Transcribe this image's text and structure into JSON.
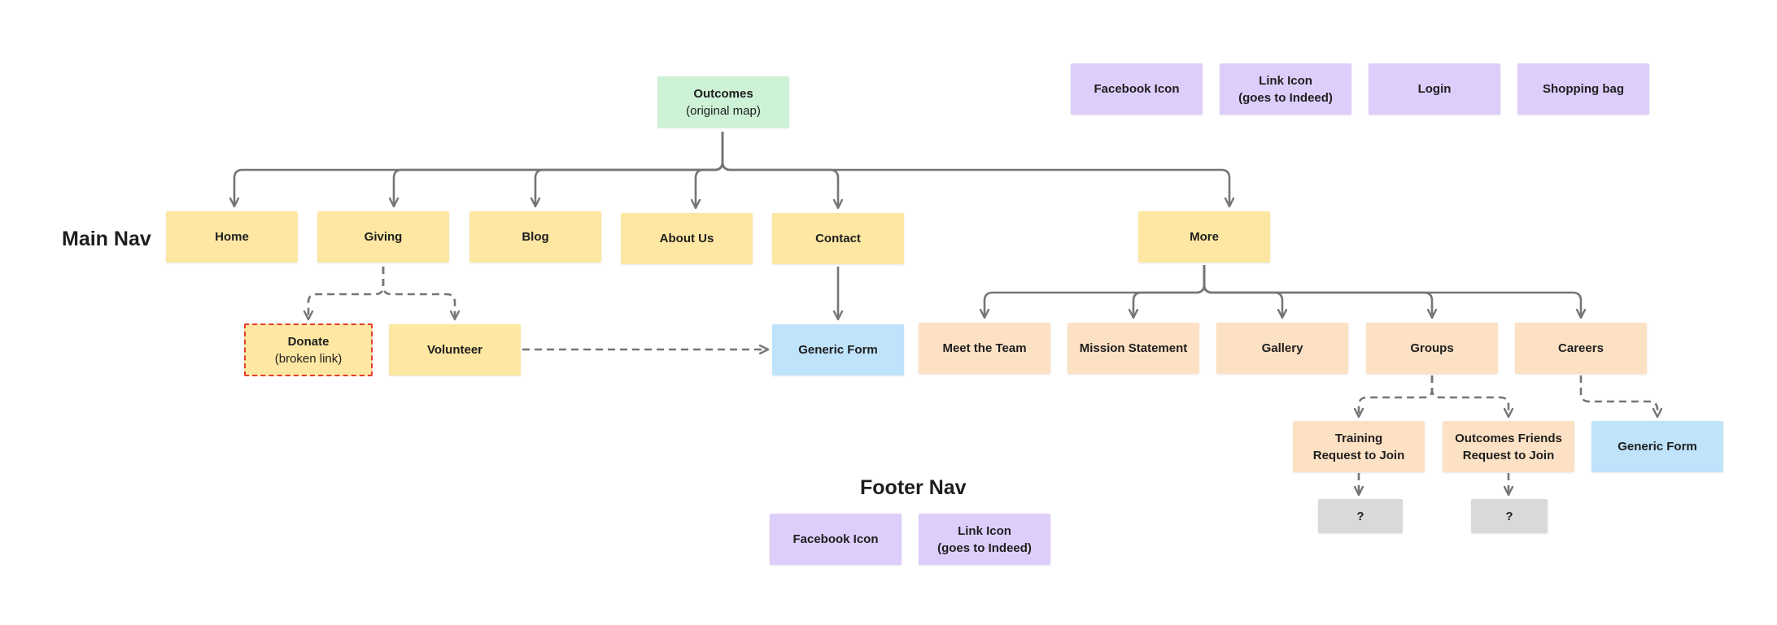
{
  "section_labels": {
    "main_nav": "Main Nav",
    "footer_nav": "Footer Nav"
  },
  "nodes": {
    "outcomes": {
      "line1": "Outcomes",
      "line2": "(original map)"
    },
    "home": {
      "line1": "Home"
    },
    "giving": {
      "line1": "Giving"
    },
    "blog": {
      "line1": "Blog"
    },
    "about_us": {
      "line1": "About Us"
    },
    "contact": {
      "line1": "Contact"
    },
    "more": {
      "line1": "More"
    },
    "donate": {
      "line1": "Donate",
      "line2": "(broken link)"
    },
    "volunteer": {
      "line1": "Volunteer"
    },
    "generic_form_contact": {
      "line1": "Generic Form"
    },
    "meet_the_team": {
      "line1": "Meet the Team"
    },
    "mission_statement": {
      "line1": "Mission Statement"
    },
    "gallery": {
      "line1": "Gallery"
    },
    "groups": {
      "line1": "Groups"
    },
    "careers": {
      "line1": "Careers"
    },
    "training_request": {
      "line1": "Training",
      "line2": "Request to Join"
    },
    "outcomes_friends_request": {
      "line1": "Outcomes Friends",
      "line2": "Request to Join"
    },
    "generic_form_careers": {
      "line1": "Generic Form"
    },
    "unknown_training": {
      "line1": "?"
    },
    "unknown_friends": {
      "line1": "?"
    },
    "header_facebook_icon": {
      "line1": "Facebook Icon"
    },
    "header_link_icon": {
      "line1": "Link Icon",
      "line2": "(goes to Indeed)"
    },
    "header_login": {
      "line1": "Login"
    },
    "header_shopping_bag": {
      "line1": "Shopping bag"
    },
    "footer_facebook_icon": {
      "line1": "Facebook Icon"
    },
    "footer_link_icon": {
      "line1": "Link Icon",
      "line2": "(goes to Indeed)"
    }
  },
  "colors": {
    "root": "#cdf2d6",
    "main_nav": "#fde7a2",
    "sub_page": "#fde1c4",
    "form": "#bfe3fb",
    "utility": "#ddcdfb",
    "unknown": "#d9d9d9",
    "broken_border": "#e63a2b",
    "connector": "#757575"
  },
  "edges": [
    {
      "from": "outcomes",
      "to": "home",
      "style": "solid"
    },
    {
      "from": "outcomes",
      "to": "giving",
      "style": "solid"
    },
    {
      "from": "outcomes",
      "to": "blog",
      "style": "solid"
    },
    {
      "from": "outcomes",
      "to": "about_us",
      "style": "solid"
    },
    {
      "from": "outcomes",
      "to": "contact",
      "style": "solid"
    },
    {
      "from": "outcomes",
      "to": "more",
      "style": "solid"
    },
    {
      "from": "giving",
      "to": "donate",
      "style": "dashed"
    },
    {
      "from": "giving",
      "to": "volunteer",
      "style": "dashed"
    },
    {
      "from": "volunteer",
      "to": "generic_form_contact",
      "style": "dashed"
    },
    {
      "from": "contact",
      "to": "generic_form_contact",
      "style": "solid"
    },
    {
      "from": "more",
      "to": "meet_the_team",
      "style": "solid"
    },
    {
      "from": "more",
      "to": "mission_statement",
      "style": "solid"
    },
    {
      "from": "more",
      "to": "gallery",
      "style": "solid"
    },
    {
      "from": "more",
      "to": "groups",
      "style": "solid"
    },
    {
      "from": "more",
      "to": "careers",
      "style": "solid"
    },
    {
      "from": "groups",
      "to": "training_request",
      "style": "dashed"
    },
    {
      "from": "groups",
      "to": "outcomes_friends_request",
      "style": "dashed"
    },
    {
      "from": "careers",
      "to": "generic_form_careers",
      "style": "dashed"
    },
    {
      "from": "training_request",
      "to": "unknown_training",
      "style": "dashed"
    },
    {
      "from": "outcomes_friends_request",
      "to": "unknown_friends",
      "style": "dashed"
    }
  ]
}
